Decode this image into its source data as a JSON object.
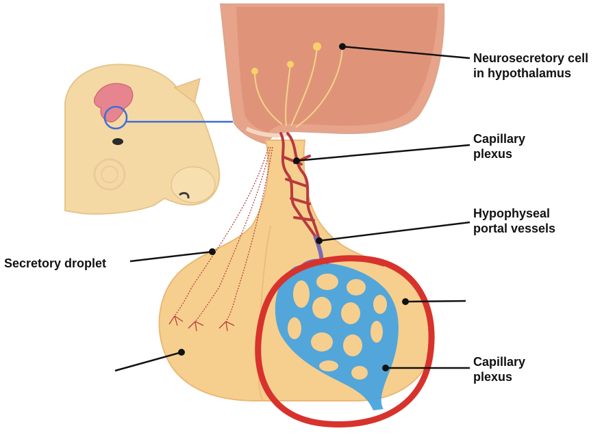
{
  "labels": {
    "neurosecretory_line1": "Neurosecretory cell",
    "neurosecretory_line2": "in hypothalamus",
    "capillary_plexus_top_line1": "Capillary",
    "capillary_plexus_top_line2": "plexus",
    "portal_line1": "Hypophyseal",
    "portal_line2": "portal vessels",
    "capillary_plexus_bottom_line1": "Capillary",
    "capillary_plexus_bottom_line2": "plexus",
    "secretory_droplet": "Secretory droplet"
  },
  "colors": {
    "hypothalamus": "#e7a48a",
    "hypothalamus_inner": "#d9876b",
    "pituitary": "#f6cf8e",
    "pituitary_shadow": "#e9b877",
    "artery": "#b83a3e",
    "vein_blue": "#4aa3dd",
    "vein_purple": "#7a6bb5",
    "pig_skin": "#f5d9a4",
    "pig_brain": "#e6858f",
    "highlight_circle": "#3a6fd8",
    "annotation_circle": "#d8322c",
    "leader_line": "#111111"
  }
}
